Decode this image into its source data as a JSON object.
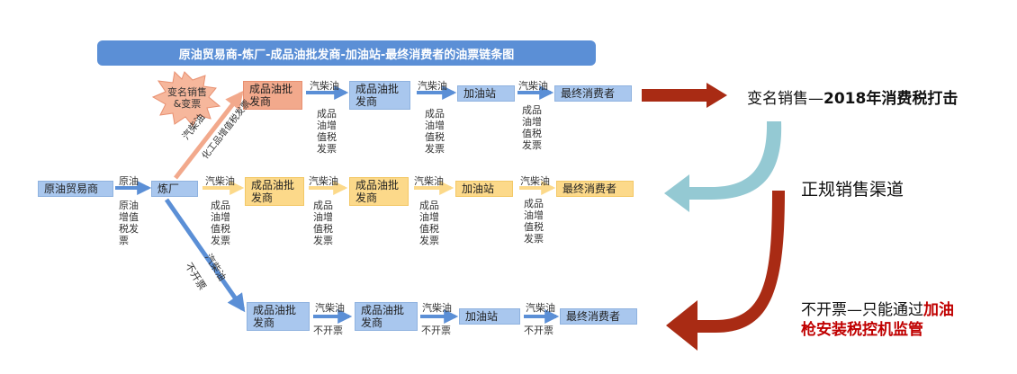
{
  "title": "原油贸易商-炼厂-成品油批发商-加油站-最终消费者的油票链条图",
  "colors": {
    "blue_arrow": "#5b8fd6",
    "yellow_arrow": "#fcd98a",
    "salmon_arrow": "#f2a98c",
    "red_arrow": "#a92b14",
    "teal_arrow": "#94c9d3"
  },
  "burst_label": "变名销售\n&变票",
  "nodes": {
    "trader": "原油贸易商",
    "refinery": "炼厂",
    "top_wholesaler_1": "成品油批发商",
    "top_wholesaler_2": "成品油批发商",
    "top_station": "加油站",
    "top_consumer": "最终消费者",
    "mid_wholesaler_1": "成品油批发商",
    "mid_wholesaler_2": "成品油批发商",
    "mid_station": "加油站",
    "mid_consumer": "最终消费者",
    "bot_wholesaler_1": "成品油批发商",
    "bot_wholesaler_2": "成品油批发商",
    "bot_station": "加油站",
    "bot_consumer": "最终消费者"
  },
  "labels": {
    "diesel": "汽柴油",
    "crude": "原油",
    "crude_invoice": "原油增值税发票",
    "product_invoice": "成品油增值税发票",
    "chem_invoice": "化工品增值税发票",
    "no_invoice": "不开票"
  },
  "right": {
    "top_prefix": "变名销售—",
    "top_bold": "2018年消费税打击",
    "mid": "正规销售渠道",
    "bot_prefix": "不开票—只能通过",
    "bot_red1": "加油",
    "bot_red2": "枪安装税控机监管"
  }
}
